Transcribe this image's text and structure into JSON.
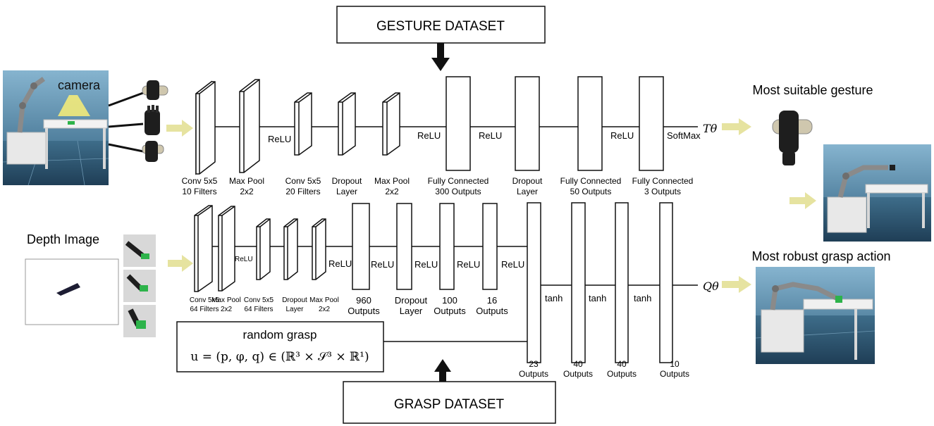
{
  "top_box": "GESTURE DATASET",
  "bottom_box": "GRASP DATASET",
  "camera_label": "camera",
  "depth_label": "Depth Image",
  "output_top_label": "Most suitable gesture",
  "output_bottom_label": "Most robust grasp action",
  "top_output_symbol": "Tθ",
  "bottom_output_symbol": "Qθ",
  "random_grasp": {
    "title": "random grasp",
    "formula": "u = (p, φ, q) ∈ (ℝ³ × 𝒮³ × ℝ¹)"
  },
  "top_layers": [
    {
      "l1": "Conv 5x5",
      "l2": "10 Filters"
    },
    {
      "l1": "Max Pool",
      "l2": "2x2"
    },
    {
      "l1": "Conv 5x5",
      "l2": "20 Filters"
    },
    {
      "l1": "Dropout",
      "l2": "Layer"
    },
    {
      "l1": "Max Pool",
      "l2": "2x2"
    },
    {
      "l1": "Fully Connected",
      "l2": "300 Outputs"
    },
    {
      "l1": "Dropout",
      "l2": "Layer"
    },
    {
      "l1": "Fully Connected",
      "l2": "50 Outputs"
    },
    {
      "l1": "Fully Connected",
      "l2": "3 Outputs"
    }
  ],
  "top_activations": [
    "ReLU",
    "ReLU",
    "ReLU",
    "ReLU",
    "SoftMax"
  ],
  "bottom_layers": [
    {
      "l1": "Conv 5x5",
      "l2": "64 Filters"
    },
    {
      "l1": "Max Pool",
      "l2": "2x2"
    },
    {
      "l1": "Conv 5x5",
      "l2": "64 Filters"
    },
    {
      "l1": "Dropout",
      "l2": "Layer"
    },
    {
      "l1": "Max Pool",
      "l2": "2x2"
    },
    {
      "l1": "960",
      "l2": "Outputs"
    },
    {
      "l1": "Dropout",
      "l2": "Layer"
    },
    {
      "l1": "100",
      "l2": "Outputs"
    },
    {
      "l1": "16",
      "l2": "Outputs"
    }
  ],
  "bottom_activations": [
    "ReLU",
    "ReLU",
    "ReLU",
    "ReLU",
    "ReLU",
    "ReLU"
  ],
  "bottom_fc_layers": [
    {
      "l1": "23",
      "l2": "Outputs"
    },
    {
      "l1": "40",
      "l2": "Outputs"
    },
    {
      "l1": "40",
      "l2": "Outputs"
    },
    {
      "l1": "10",
      "l2": "Outputs"
    }
  ],
  "tanh_labels": [
    "tanh",
    "tanh",
    "tanh"
  ],
  "colors": {
    "arrow_yellow": "#e6e3a0",
    "line": "#111111",
    "robot_bg": "#3b6f8f"
  }
}
